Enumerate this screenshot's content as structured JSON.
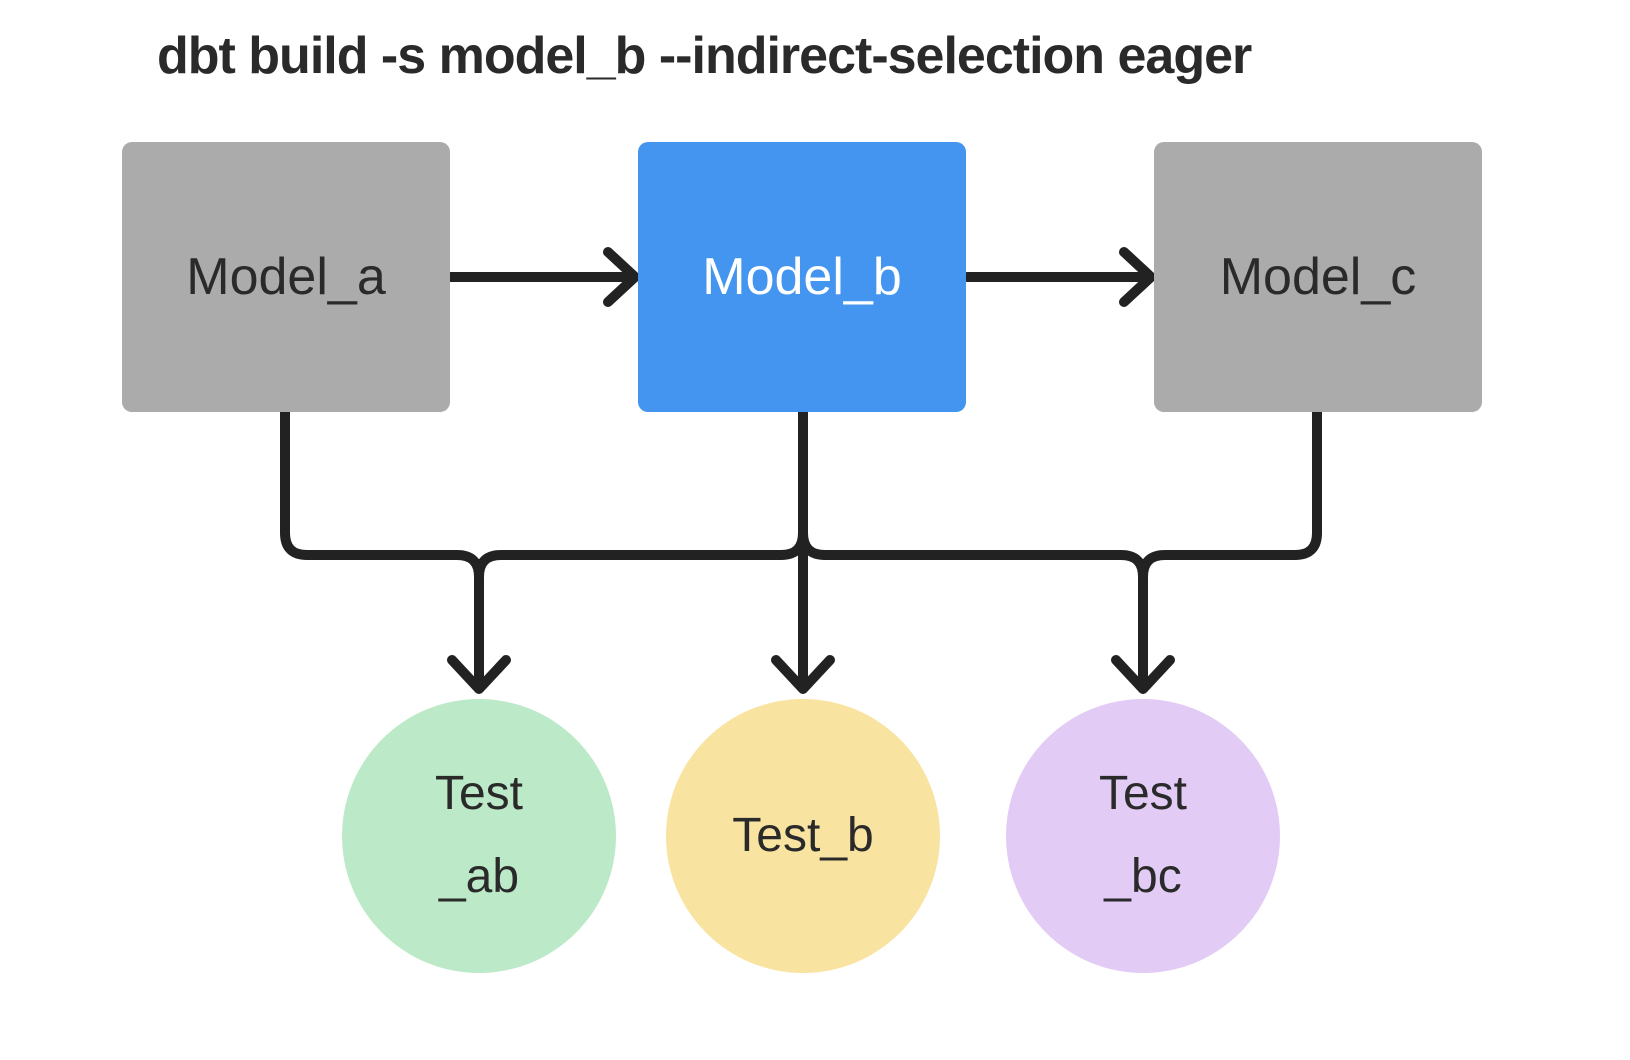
{
  "title": "dbt build -s model_b --indirect-selection eager",
  "colors": {
    "background": "#ffffff",
    "edge": "#222222",
    "text_dark": "#2a2a2a",
    "text_light": "#ffffff",
    "model_inactive": "#ababab",
    "model_active": "#4495ef",
    "test_ab": "#bceac8",
    "test_b": "#f8e4a0",
    "test_bc": "#e2ccf5"
  },
  "diagram": {
    "models": [
      {
        "id": "model_a",
        "label": "Model_a",
        "highlighted": false
      },
      {
        "id": "model_b",
        "label": "Model_b",
        "highlighted": true
      },
      {
        "id": "model_c",
        "label": "Model_c",
        "highlighted": false
      }
    ],
    "tests": [
      {
        "id": "test_ab",
        "lines": [
          "Test",
          "_ab"
        ]
      },
      {
        "id": "test_b",
        "lines": [
          "Test_b"
        ]
      },
      {
        "id": "test_bc",
        "lines": [
          "Test",
          "_bc"
        ]
      }
    ],
    "edges": [
      {
        "from": "model_a",
        "to": "model_b"
      },
      {
        "from": "model_b",
        "to": "model_c"
      },
      {
        "from": "model_a",
        "to": "test_ab"
      },
      {
        "from": "model_b",
        "to": "test_ab"
      },
      {
        "from": "model_b",
        "to": "test_b"
      },
      {
        "from": "model_b",
        "to": "test_bc"
      },
      {
        "from": "model_c",
        "to": "test_bc"
      }
    ]
  }
}
